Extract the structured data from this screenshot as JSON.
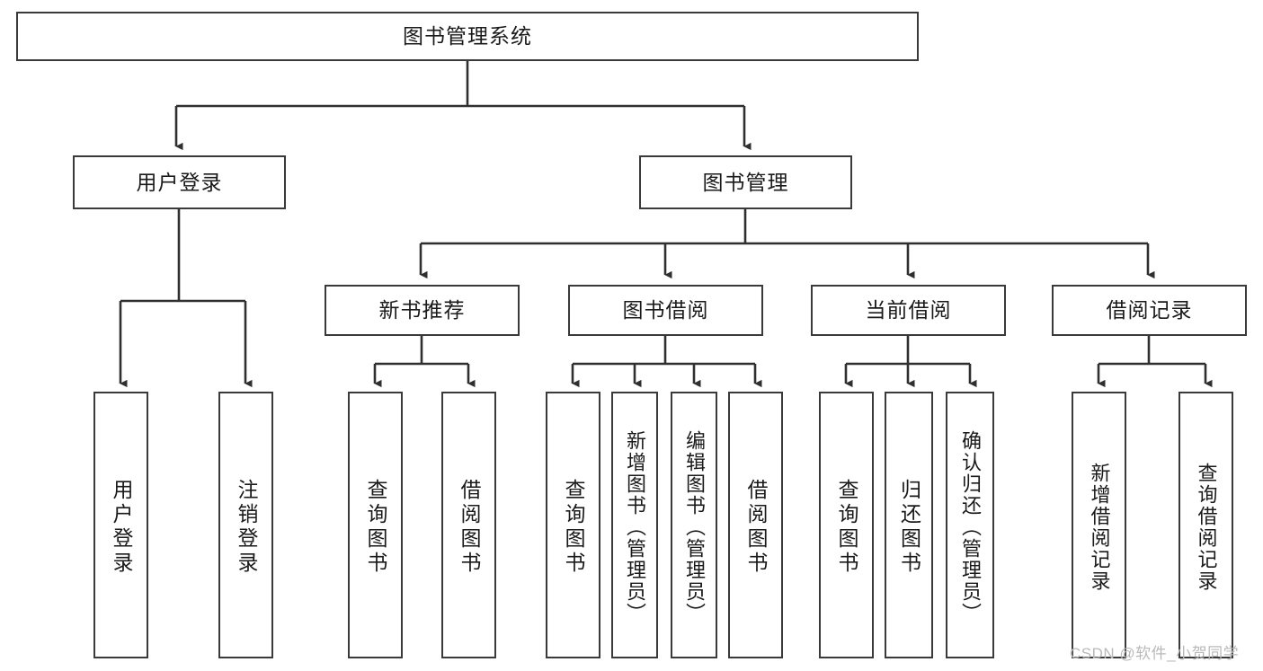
{
  "diagram": {
    "title": "图书管理系统",
    "type": "hierarchy-tree",
    "orientation": "top-down",
    "colors": {
      "border": "#3a3a3a",
      "background": "#ffffff",
      "text": "#1a1a1a",
      "edge": "#2f2f2f",
      "watermark": "#b9b9b9"
    },
    "root": {
      "label": "图书管理系统"
    },
    "level2": [
      {
        "label": "用户登录"
      },
      {
        "label": "图书管理"
      }
    ],
    "level3": [
      {
        "label": "新书推荐"
      },
      {
        "label": "图书借阅"
      },
      {
        "label": "当前借阅"
      },
      {
        "label": "借阅记录"
      }
    ],
    "leaves": {
      "user_login": [
        {
          "label": "用户登录"
        },
        {
          "label": "注销登录"
        }
      ],
      "new_book_recommend": [
        {
          "label": "查询图书"
        },
        {
          "label": "借阅图书"
        }
      ],
      "book_borrow": [
        {
          "label": "查询图书"
        },
        {
          "label": "新增图书（管理员）"
        },
        {
          "label": "编辑图书（管理员）"
        },
        {
          "label": "借阅图书"
        }
      ],
      "current_borrow": [
        {
          "label": "查询图书"
        },
        {
          "label": "归还图书"
        },
        {
          "label": "确认归还（管理员）"
        }
      ],
      "borrow_records": [
        {
          "label": "新增借阅记录"
        },
        {
          "label": "查询借阅记录"
        }
      ]
    }
  },
  "watermark": {
    "text": "CSDN @软件_小贺同学"
  }
}
